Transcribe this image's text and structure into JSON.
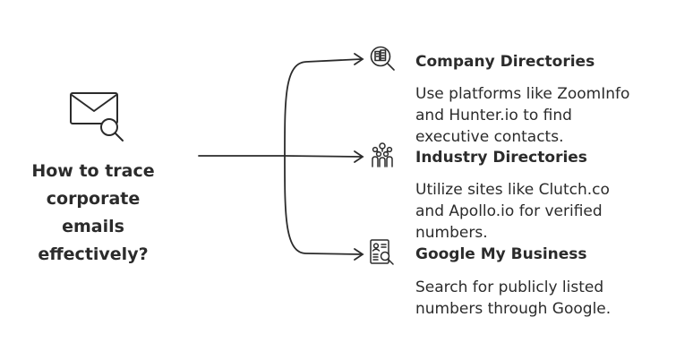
{
  "root": {
    "lines": [
      "How to trace",
      "corporate",
      "emails",
      "effectively?"
    ],
    "icon": "mail-search-icon"
  },
  "branches": [
    {
      "title": "Company Directories",
      "icon": "directory-search-icon",
      "description_lines": [
        "Use platforms like ZoomInfo",
        "and Hunter.io to find",
        "executive contacts."
      ]
    },
    {
      "title": "Industry Directories",
      "icon": "network-people-icon",
      "description_lines": [
        "Utilize sites like Clutch.co",
        "and Apollo.io for verified",
        "numbers."
      ]
    },
    {
      "title": "Google My Business",
      "icon": "profile-search-icon",
      "description_lines": [
        "Search for publicly listed",
        "numbers through Google."
      ]
    }
  ],
  "colors": {
    "ink": "#2b2b2b",
    "background": "#ffffff"
  }
}
